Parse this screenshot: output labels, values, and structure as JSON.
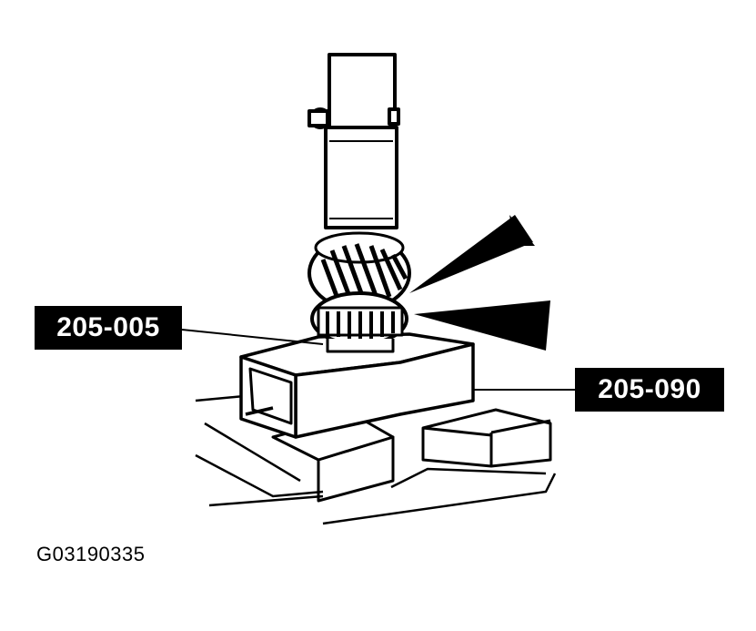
{
  "callouts": {
    "press_adapter": "205-005",
    "support_fixture": "205-090"
  },
  "figure_id": "G03190335",
  "icons": [
    "arrow-icon",
    "arrow-icon"
  ],
  "colors": {
    "ink": "#000000",
    "paper": "#ffffff"
  }
}
